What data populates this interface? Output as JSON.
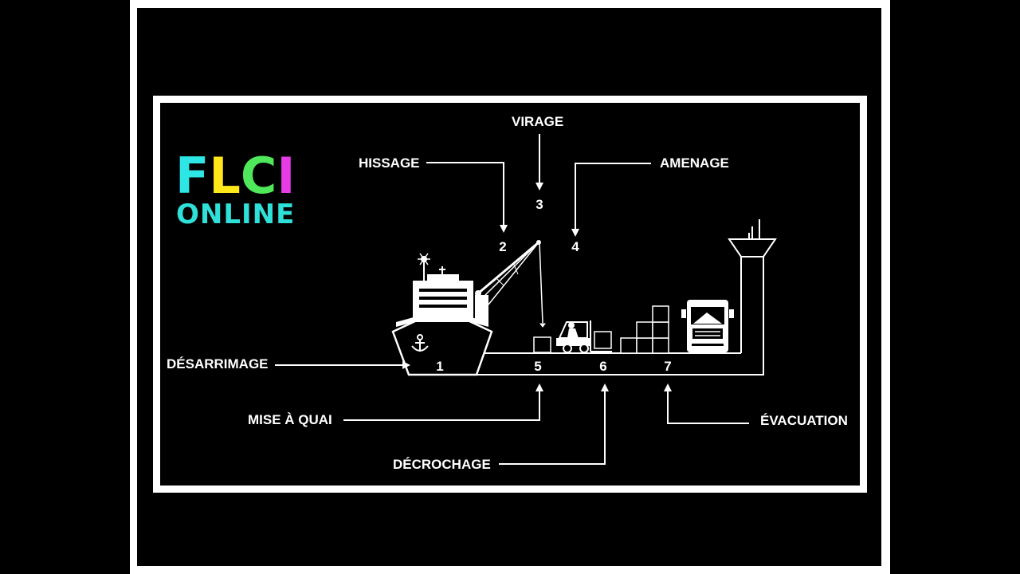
{
  "logo": {
    "letters": [
      {
        "char": "F",
        "color": "#2fe6e6"
      },
      {
        "char": "L",
        "color": "#ffe81a"
      },
      {
        "char": "C",
        "color": "#4fe85a"
      },
      {
        "char": "I",
        "color": "#e63ce6"
      }
    ],
    "subtitle": "ONLINE"
  },
  "stages": [
    {
      "label": "DÉSARRIMAGE",
      "num": "1"
    },
    {
      "label": "HISSAGE",
      "num": "2"
    },
    {
      "label": "VIRAGE",
      "num": "3"
    },
    {
      "label": "AMENAGE",
      "num": "4"
    },
    {
      "label": "MISE À QUAI",
      "num": "5"
    },
    {
      "label": "DÉCROCHAGE",
      "num": "6"
    },
    {
      "label": "ÉVACUATION",
      "num": "7"
    }
  ],
  "colors": {
    "background": "#000000",
    "lines": "#ffffff"
  }
}
